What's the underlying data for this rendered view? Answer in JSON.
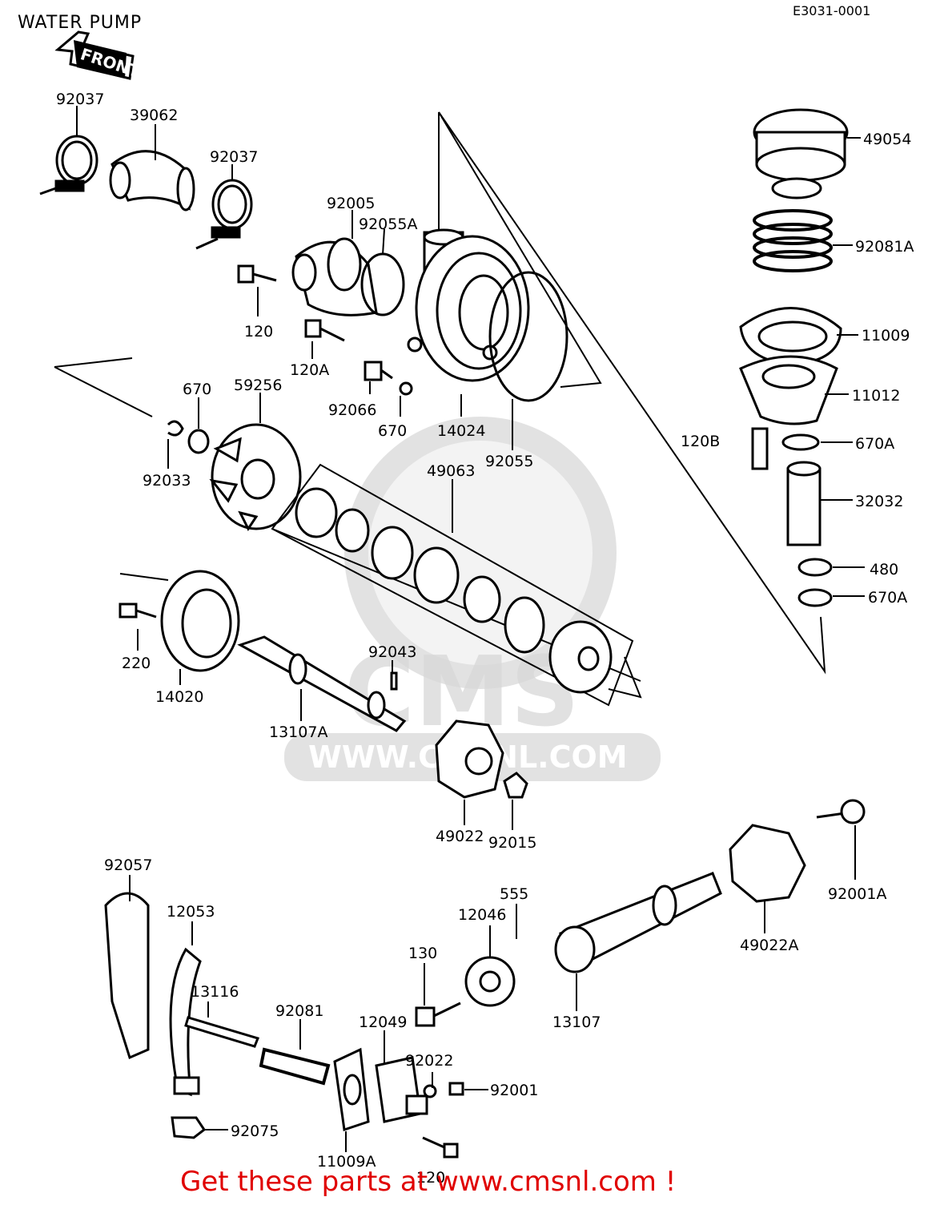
{
  "header": {
    "title": "WATER PUMP",
    "diagram_code": "E3031-0001"
  },
  "front_arrow_label": "FRONT",
  "watermark": {
    "brand": "CMS",
    "url": "WWW.CMSNL.COM"
  },
  "footer": {
    "cta": "Get these parts at www.cmsnl.com !",
    "cta_color": "#e00000"
  },
  "part_labels": {
    "p92037a": "92037",
    "p39062": "39062",
    "p92037b": "92037",
    "p92005": "92005",
    "p92055A": "92055A",
    "p120": "120",
    "p120A": "120A",
    "p92066": "92066",
    "p670a": "670",
    "p14024": "14024",
    "p92055": "92055",
    "p670b": "670",
    "p59256": "59256",
    "p92033": "92033",
    "p49063": "49063",
    "p220": "220",
    "p14020": "14020",
    "p92043": "92043",
    "p13107A": "13107A",
    "p49022": "49022",
    "p92015": "92015",
    "p49054": "49054",
    "p92081A": "92081A",
    "p11009": "11009",
    "p11012": "11012",
    "p120B": "120B",
    "p670A1": "670A",
    "p32032": "32032",
    "p480": "480",
    "p670A2": "670A",
    "p92001A": "92001A",
    "p49022A": "49022A",
    "p92057": "92057",
    "p12053": "12053",
    "p555": "555",
    "p12046": "12046",
    "p130": "130",
    "p13107": "13107",
    "p13116": "13116",
    "p92081": "92081",
    "p12049": "12049",
    "p92022": "92022",
    "p92001": "92001",
    "p92075": "92075",
    "p11009A": "11009A",
    "p120c": "120"
  }
}
